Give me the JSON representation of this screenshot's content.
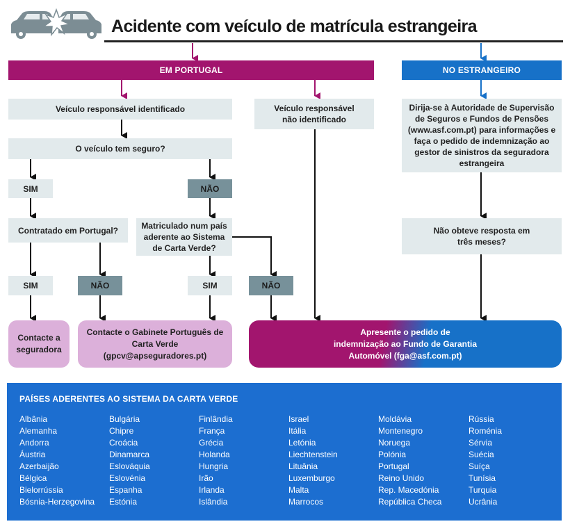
{
  "header": {
    "title": "Acidente com veículo de matrícula estrangeira",
    "icon": "car-crash-icon"
  },
  "sections": {
    "portugal": "EM PORTUGAL",
    "abroad": "NO ESTRANGEIRO"
  },
  "flow": {
    "identified": "Veículo responsável identificado",
    "not_identified": "Veículo responsável não identificado",
    "insured_question": "O veículo tem seguro?",
    "yes": "SIM",
    "no": "NÃO",
    "contracted_pt": "Contratado em Portugal?",
    "green_card_question": "Matriculado num país aderente ao Sistema de Carta Verde?",
    "contact_insurer": "Contacte a seguradora",
    "contact_gpcv": "Contacte o Gabinete Português de Carta Verde (gpcv@apseguradores.pt)",
    "fga_request": "Apresente o pedido de indemnização ao Fundo de Garantia Automóvel (fga@asf.com.pt)",
    "abroad_instructions": "Dirija-se à Autoridade de Supervisão de Seguros e Fundos de Pensões (www.asf.com.pt) para informações e faça o pedido de indemnização ao gestor de sinistros da seguradora estrangeira",
    "no_response": "Não obteve resposta em três meses?"
  },
  "colors": {
    "magenta": "#a2156e",
    "blue": "#1771c8",
    "light_box": "#e2eaec",
    "dark_tag": "#77919a",
    "pink_box": "#dcb0da",
    "countries_bg": "#1c6ed0"
  },
  "countries": {
    "title": "PAÍSES ADERENTES AO SISTEMA DA CARTA VERDE",
    "columns": [
      [
        "Albânia",
        "Alemanha",
        "Andorra",
        "Áustria",
        "Azerbaijão",
        "Bélgica",
        "Bielorrússia",
        "Bósnia-Herzegovina"
      ],
      [
        "Bulgária",
        "Chipre",
        "Croácia",
        "Dinamarca",
        "Eslováquia",
        "Eslovénia",
        "Espanha",
        "Estónia"
      ],
      [
        "Finlândia",
        "França",
        "Grécia",
        "Holanda",
        "Hungria",
        "Irão",
        "Irlanda",
        "Islândia"
      ],
      [
        "Israel",
        "Itália",
        "Letónia",
        "Liechtenstein",
        "Lituânia",
        "Luxemburgo",
        "Malta",
        "Marrocos"
      ],
      [
        "Moldávia",
        "Montenegro",
        "Noruega",
        "Polónia",
        "Portugal",
        "Reino Unido",
        "Rep. Macedónia",
        "República Checa"
      ],
      [
        "Rússia",
        "Roménia",
        "Sérvia",
        "Suécia",
        "Suíça",
        "Tunísia",
        "Turquia",
        "Ucrânia"
      ]
    ]
  }
}
